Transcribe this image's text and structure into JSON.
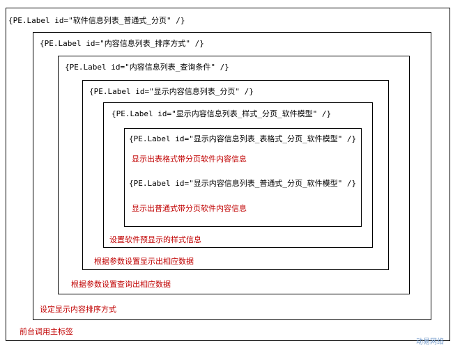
{
  "colors": {
    "border": "#000000",
    "label_text": "#000000",
    "note_text": "#c00000",
    "watermark": "#6f97c8"
  },
  "levels": [
    {
      "label": "{PE.Label id=\"软件信息列表_普通式_分页\" /}",
      "note": "前台调用主标签"
    },
    {
      "label": "{PE.Label id=\"内容信息列表_排序方式\" /}",
      "note": "设定显示内容排序方式"
    },
    {
      "label": "{PE.Label id=\"内容信息列表_查询条件\" /}",
      "note": "根据参数设置查询出相应数据"
    },
    {
      "label": "{PE.Label id=\"显示内容信息列表_分页\" /}",
      "note": "根据参数设置显示出相应数据"
    },
    {
      "label": "{PE.Label id=\"显示内容信息列表_样式_分页_软件模型\" /}",
      "note": "设置软件预显示的样式信息"
    },
    {
      "label": "{PE.Label id=\"显示内容信息列表_表格式_分页_软件模型\" /}",
      "note": "显示出表格式带分页软件内容信息",
      "label2": "{PE.Label id=\"显示内容信息列表_普通式_分页_软件模型\" /}",
      "note2": "显示出普通式带分页软件内容信息"
    }
  ],
  "watermark": "动易网络"
}
